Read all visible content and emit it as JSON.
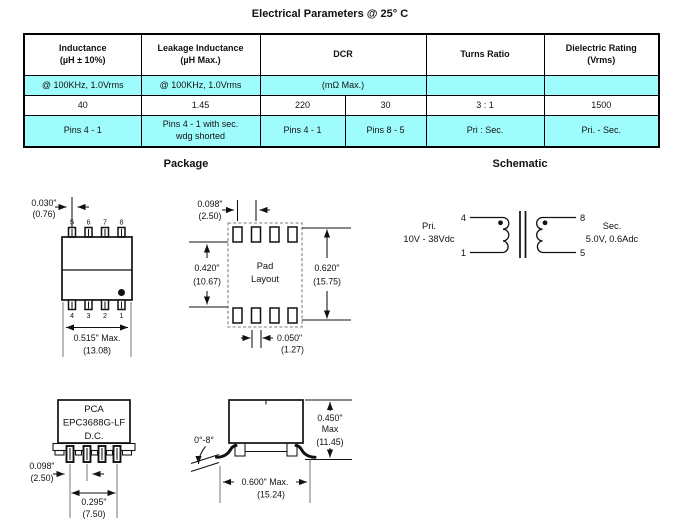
{
  "page": {
    "title": "Electrical Parameters @ 25° C"
  },
  "table": {
    "col_inductance": {
      "l1": "Inductance",
      "l2": "(µH ± 10%)"
    },
    "col_leakage": {
      "l1": "Leakage Inductance",
      "l2": "(µH Max.)"
    },
    "col_dcr": {
      "l1": "DCR"
    },
    "col_turns": {
      "l1": "Turns Ratio"
    },
    "col_dielectric": {
      "l1": "Dielectric Rating",
      "l2": "(Vrms)"
    },
    "cond": [
      "@ 100KHz, 1.0Vrms",
      "@ 100KHz, 1.0Vrms",
      "(mΩ Max.)"
    ],
    "vals": [
      "40",
      "1.45",
      "220",
      "30",
      "3 : 1",
      "1500"
    ],
    "pins": {
      "c1": "Pins 4 - 1",
      "c2l1": "Pins 4 - 1 with sec.",
      "c2l2": "wdg shorted",
      "c3": "Pins 4 - 1",
      "c4": "Pins 8 - 5",
      "c5": "Pri : Sec.",
      "c6": "Pri. - Sec."
    }
  },
  "package": {
    "heading": "Package",
    "top_view": {
      "pin_width_in": "0.030\"",
      "pin_width_mm": "(0.76)",
      "body_width_in": "0.515\" Max.",
      "body_width_mm": "(13.08)",
      "top_pins": [
        "5",
        "6",
        "7",
        "8"
      ],
      "bottom_pins": [
        "4",
        "3",
        "2",
        "1"
      ]
    },
    "pad_layout": {
      "l1": "Pad",
      "l2": "Layout",
      "pitch_in": "0.098\"",
      "pitch_mm": "(2.50)",
      "inner_in": "0.420\"",
      "inner_mm": "(10.67)",
      "outer_in": "0.620\"",
      "outer_mm": "(15.75)",
      "pad_in": "0.050\"",
      "pad_mm": "(1.27)"
    },
    "front_view": {
      "mark1": "PCA",
      "mark2": "EPC3688G-LF",
      "mark3": "D.C.",
      "pitch_in": "0.098\"",
      "pitch_mm": "(2.50)",
      "span_in": "0.295\"",
      "span_mm": "(7.50)"
    },
    "side_view": {
      "angle": "0°-8°",
      "width_in": "0.600\" Max.",
      "width_mm": "(15.24)",
      "height_l1": "0.450\"",
      "height_l2": "Max",
      "height_l3": "(11.45)"
    }
  },
  "schematic": {
    "heading": "Schematic",
    "pri_label": "Pri.",
    "pri_rating": "10V - 38Vdc",
    "pin4": "4",
    "pin1": "1",
    "sec_label": "Sec.",
    "sec_rating": "5.0V, 0.6Adc",
    "pin8": "8",
    "pin5": "5"
  },
  "colors": {
    "highlight": "#9efcfc"
  }
}
